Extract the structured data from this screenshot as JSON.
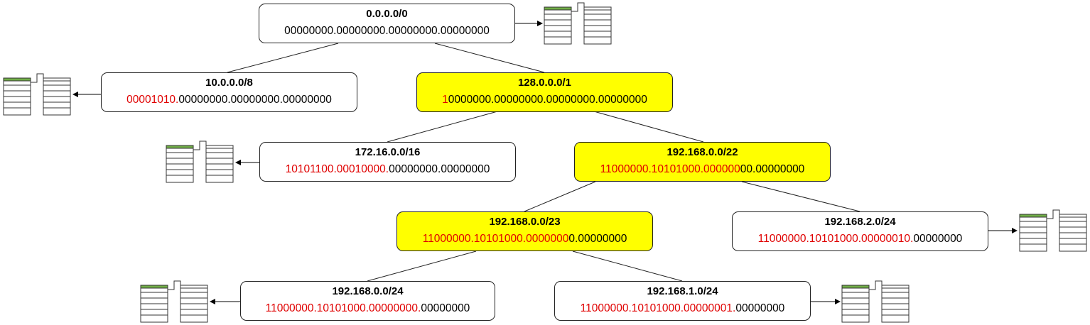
{
  "colors": {
    "highlight": "#ffff00",
    "prefix_bits": "#e00000",
    "table_header": "#70ad47"
  },
  "icons": {
    "table": "routing-table-icon"
  },
  "nodes": {
    "root": {
      "title": "0.0.0.0/0",
      "red": "",
      "black": "00000000.00000000.00000000.00000000"
    },
    "n10": {
      "title": "10.0.0.0/8",
      "red": "00001010.",
      "black": "00000000.00000000.00000000"
    },
    "n128": {
      "title": "128.0.0.0/1",
      "red": "1",
      "black": "0000000.00000000.00000000.00000000"
    },
    "n172": {
      "title": "172.16.0.0/16",
      "red": "10101100.00010000.",
      "black": "00000000.00000000"
    },
    "n192_22": {
      "title": "192.168.0.0/22",
      "red": "11000000.10101000.000000",
      "black": "00.00000000"
    },
    "n192_23": {
      "title": "192.168.0.0/23",
      "red": "11000000.10101000.0000000",
      "black": "0.00000000"
    },
    "n192_2": {
      "title": "192.168.2.0/24",
      "red": "11000000.10101000.00000010.",
      "black": "00000000"
    },
    "n192_0": {
      "title": "192.168.0.0/24",
      "red": "11000000.10101000.00000000.",
      "black": "00000000"
    },
    "n192_1": {
      "title": "192.168.1.0/24",
      "red": "11000000.10101000.00000001.",
      "black": "00000000"
    }
  }
}
